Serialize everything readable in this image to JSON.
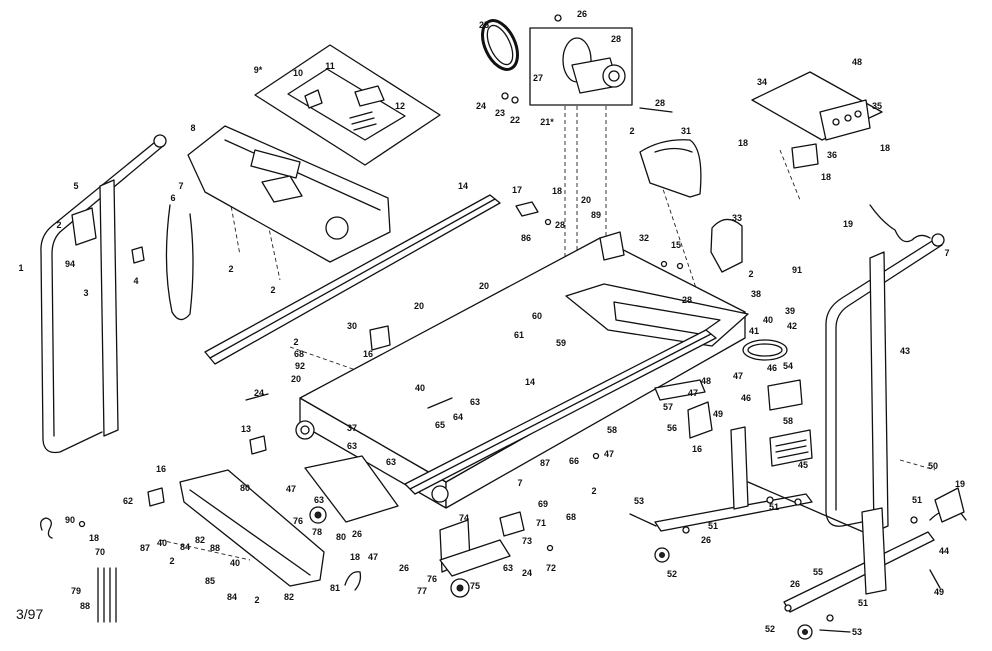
{
  "revision": "3/97",
  "callouts": [
    "26",
    "25",
    "28",
    "27",
    "24",
    "23",
    "22",
    "21*",
    "28",
    "31",
    "2",
    "9*",
    "10",
    "11",
    "12",
    "8",
    "7",
    "5",
    "6",
    "2",
    "94",
    "3",
    "4",
    "1",
    "2",
    "2",
    "14",
    "17",
    "18",
    "20",
    "89",
    "28",
    "86",
    "32",
    "15",
    "33",
    "2",
    "91",
    "20",
    "28",
    "38",
    "39",
    "40",
    "41",
    "42",
    "54",
    "47",
    "46",
    "46",
    "60",
    "61",
    "59",
    "20",
    "30",
    "16",
    "2",
    "68",
    "92",
    "20",
    "24",
    "48",
    "47",
    "57",
    "49",
    "58",
    "56",
    "16",
    "45",
    "40",
    "63",
    "64",
    "65",
    "37",
    "63",
    "13",
    "14",
    "58",
    "47",
    "66",
    "87",
    "63",
    "47",
    "63",
    "16",
    "62",
    "80",
    "69",
    "7",
    "2",
    "68",
    "71",
    "73",
    "74",
    "26",
    "76",
    "78",
    "80",
    "47",
    "26",
    "24",
    "72",
    "63",
    "75",
    "77",
    "76",
    "18",
    "81",
    "90",
    "18",
    "70",
    "87",
    "40",
    "84",
    "82",
    "88",
    "2",
    "40",
    "85",
    "84",
    "2",
    "82",
    "79",
    "88",
    "34",
    "48",
    "35",
    "18",
    "18",
    "36",
    "18",
    "19",
    "7",
    "43",
    "50",
    "51",
    "19",
    "44",
    "49",
    "53",
    "51",
    "26",
    "52",
    "51",
    "55",
    "26",
    "51",
    "52",
    "53"
  ]
}
